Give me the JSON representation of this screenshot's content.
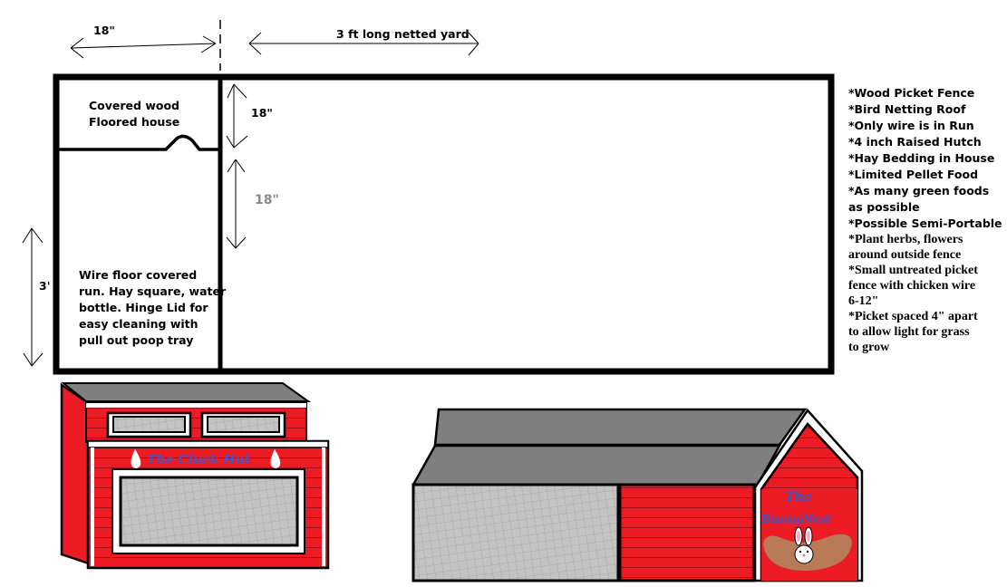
{
  "dimensions": {
    "house_width": "18\"",
    "yard_length": "3 ft long netted yard",
    "house_height": "18\"",
    "run_height": "18\"",
    "total_depth": "3'"
  },
  "areas": {
    "house_label_line1": "Covered wood",
    "house_label_line2": "Floored house",
    "run_label": [
      "Wire floor covered",
      "run. Hay square, water",
      "bottle. Hinge Lid for",
      "easy cleaning with",
      "pull out poop tray"
    ]
  },
  "notes": {
    "sans": [
      "*Wood Picket Fence",
      "*Bird Netting Roof",
      "*Only wire is in Run",
      "*4 inch Raised Hutch",
      "*Hay Bedding in House",
      "*Limited Pellet Food",
      "*As many green foods",
      "as possible",
      "*Possible Semi-Portable"
    ],
    "serif": [
      "*Plant herbs, flowers",
      "around outside fence",
      "*Small untreated picket",
      "fence with chicken wire",
      "6-12\"",
      "*Picket spaced 4\" apart",
      "to allow light for grass",
      "to grow"
    ]
  },
  "drawings": {
    "cluck_hut_sign": "The Cluck Hut",
    "bunny_nest_sign_line1": "The",
    "bunny_nest_sign_line2": "BunnyNest"
  },
  "colors": {
    "barn_red": "#ed1c24",
    "roof_grey": "#7f7f7f",
    "mesh_grey": "#c3c3c3",
    "sign_blue": "#3f48cc",
    "brown": "#b97a57"
  }
}
